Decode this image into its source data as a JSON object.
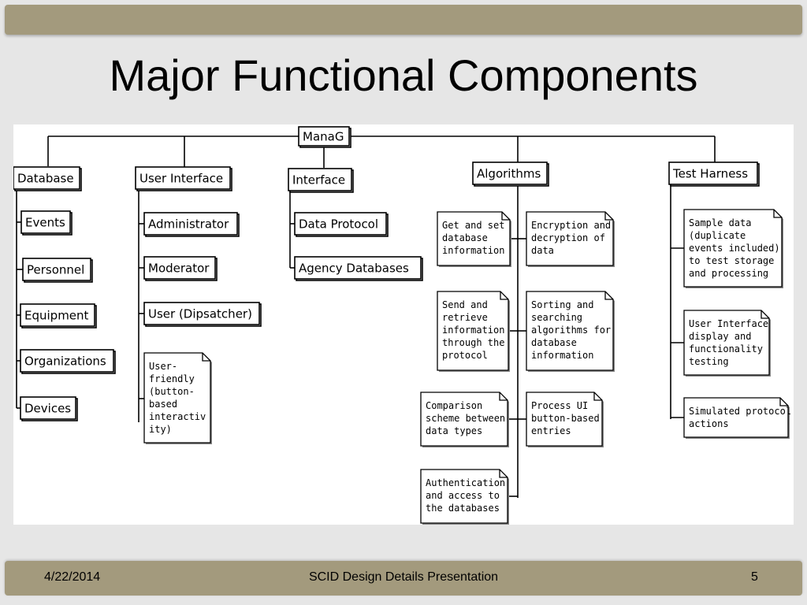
{
  "slide": {
    "title": "Major Functional Components",
    "footer_date": "4/22/2014",
    "footer_center": "SCID Design Details Presentation",
    "page_number": "5"
  },
  "diagram": {
    "root": "ManaG",
    "branches": [
      {
        "id": "database",
        "label": "Database",
        "children": [
          "Events",
          "Personnel",
          "Equipment",
          "Organizations",
          "Devices"
        ],
        "notes": []
      },
      {
        "id": "user-interface",
        "label": "User Interface",
        "children": [
          "Administrator",
          "Moderator",
          "User (Dipsatcher)"
        ],
        "notes": [
          [
            "User-",
            "friendly",
            "(button-",
            "based",
            "interactiv",
            "ity)"
          ]
        ]
      },
      {
        "id": "interface",
        "label": "Interface",
        "children": [
          "Data Protocol",
          "Agency Databases"
        ],
        "notes": []
      },
      {
        "id": "algorithms",
        "label": "Algorithms",
        "children": [],
        "notes": [
          [
            "Get and set",
            "database",
            "information"
          ],
          [
            "Encryption and",
            "decryption of",
            "data"
          ],
          [
            "Send and",
            "retrieve",
            "information",
            "through the",
            "protocol"
          ],
          [
            "Sorting and",
            "searching",
            "algorithms for",
            "database",
            "information"
          ],
          [
            "Comparison",
            "scheme between",
            "data types"
          ],
          [
            "Process UI",
            "button-based",
            "entries"
          ],
          [
            "Authentication",
            "and access to",
            "the databases"
          ]
        ]
      },
      {
        "id": "test-harness",
        "label": "Test Harness",
        "children": [],
        "notes": [
          [
            "Sample data",
            "(duplicate",
            "events included)",
            "to test storage",
            "and processing"
          ],
          [
            "User Interface",
            "display and",
            "functionality",
            "testing"
          ],
          [
            "Simulated protocol",
            "actions"
          ]
        ]
      }
    ]
  }
}
